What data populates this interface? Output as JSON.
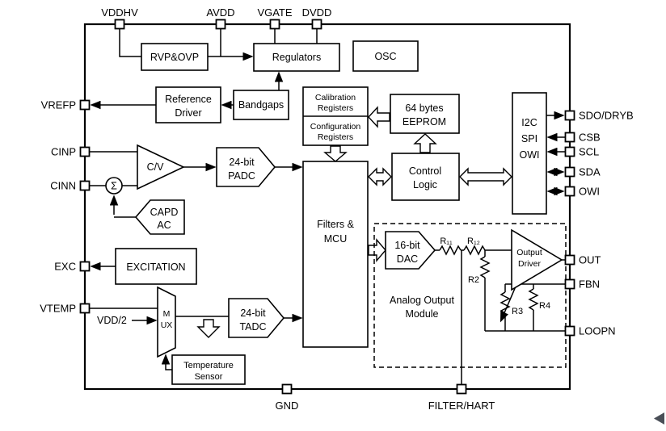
{
  "colors": {
    "line": "#000000",
    "background": "#ffffff"
  },
  "diagram": {
    "pins": {
      "top": [
        "VDDHV",
        "AVDD",
        "VGATE",
        "DVDD"
      ],
      "left": [
        "VREFP",
        "CINP",
        "CINN",
        "EXC",
        "VTEMP"
      ],
      "right": [
        "SDO/DRYB",
        "CSB",
        "SCL",
        "SDA",
        "OWI",
        "OUT",
        "FBN",
        "LOOPN"
      ],
      "bottom": [
        "GND",
        "FILTER/HART"
      ]
    },
    "blocks": {
      "rvp_ovp": "RVP&OVP",
      "regulators": "Regulators",
      "osc": "OSC",
      "reference_driver": [
        "Reference",
        "Driver"
      ],
      "bandgaps": "Bandgaps",
      "calibration_registers": [
        "Calibration",
        "Registers"
      ],
      "configuration_registers": [
        "Configuration",
        "Registers"
      ],
      "eeprom": [
        "64 bytes",
        "EEPROM"
      ],
      "interface": [
        "I2C",
        "SPI",
        "OWI"
      ],
      "control_logic": [
        "Control",
        "Logic"
      ],
      "filters_mcu": [
        "Filters &",
        "MCU"
      ],
      "cv_amp": "C/V",
      "sigma": "Σ",
      "capd_ac": [
        "CAPD",
        "AC"
      ],
      "padc": [
        "24-bit",
        "PADC"
      ],
      "excitation": "EXCITATION",
      "mux": [
        "M",
        "UX"
      ],
      "vdd_half": "VDD/2",
      "tadc": [
        "24-bit",
        "TADC"
      ],
      "temperature_sensor": [
        "Temperature",
        "Sensor"
      ],
      "dac": [
        "16-bit",
        "DAC"
      ],
      "output_driver": [
        "Output",
        "Driver"
      ],
      "analog_output_module": [
        "Analog Output",
        "Module"
      ]
    },
    "resistors": {
      "r11": "R₁₁",
      "r12": "R₁₂",
      "r2": "R2",
      "r3": "R3",
      "r4": "R4"
    }
  }
}
